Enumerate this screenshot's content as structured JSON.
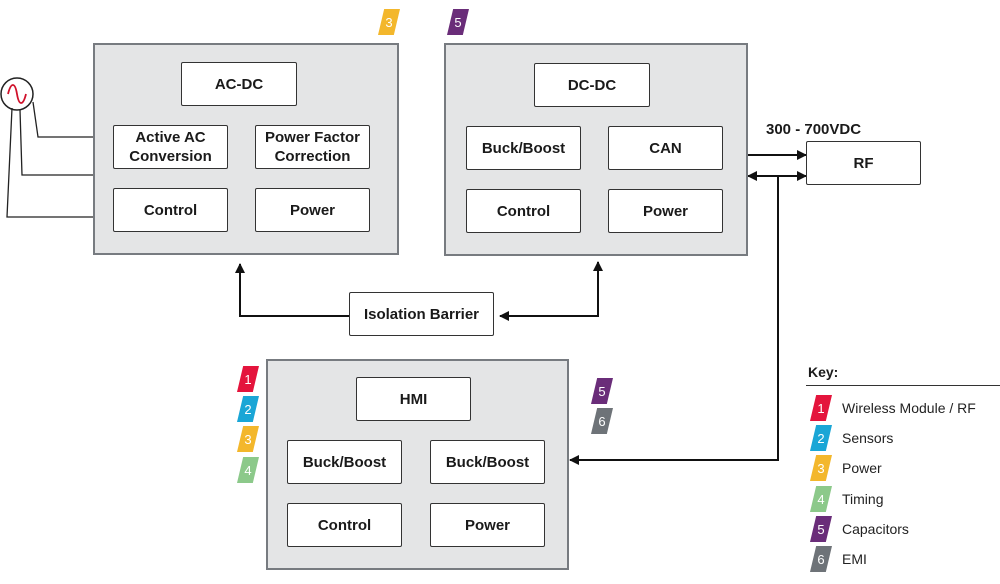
{
  "panels": {
    "ac_dc": {
      "title": "AC-DC",
      "blocks": [
        "Active AC\nConversion",
        "Power Factor\nCorrection",
        "Control",
        "Power"
      ],
      "tag": "3"
    },
    "dc_dc": {
      "title": "DC-DC",
      "blocks": [
        "Buck/Boost",
        "CAN",
        "Control",
        "Power"
      ],
      "tag": "5"
    },
    "hmi": {
      "title": "HMI",
      "blocks": [
        "Buck/Boost",
        "Buck/Boost",
        "Control",
        "Power"
      ],
      "tags_left": [
        "1",
        "2",
        "3",
        "4"
      ],
      "tags_right": [
        "5",
        "6"
      ]
    }
  },
  "rf": {
    "label": "RF",
    "voltage": "300 - 700VDC"
  },
  "isolation": {
    "label": "Isolation Barrier"
  },
  "key": {
    "title": "Key:",
    "items": [
      {
        "num": "1",
        "label": "Wireless Module / RF",
        "color": "#e4143c"
      },
      {
        "num": "2",
        "label": "Sensors",
        "color": "#1aa6d6"
      },
      {
        "num": "3",
        "label": "Power",
        "color": "#f3b72c"
      },
      {
        "num": "4",
        "label": "Timing",
        "color": "#8cc98a"
      },
      {
        "num": "5",
        "label": "Capacitors",
        "color": "#6a2d79"
      },
      {
        "num": "6",
        "label": "EMI",
        "color": "#6e7378"
      }
    ]
  }
}
